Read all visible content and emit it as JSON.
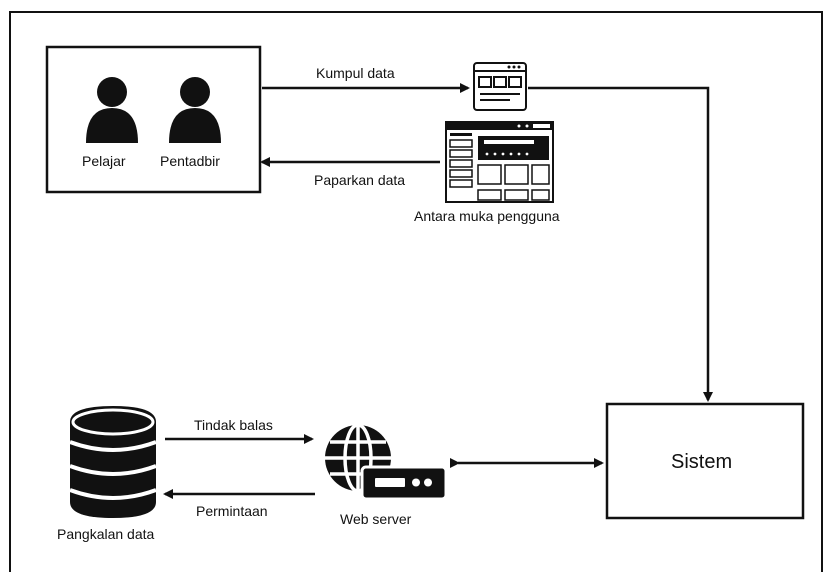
{
  "users": {
    "student": "Pelajar",
    "admin": "Pentadbir"
  },
  "flows": {
    "collect": "Kumpul data",
    "display": "Paparkan data",
    "response": "Tindak balas",
    "request": "Permintaan"
  },
  "nodes": {
    "ui": "Antara muka pengguna",
    "system": "Sistem",
    "database": "Pangkalan data",
    "webserver": "Web server"
  }
}
